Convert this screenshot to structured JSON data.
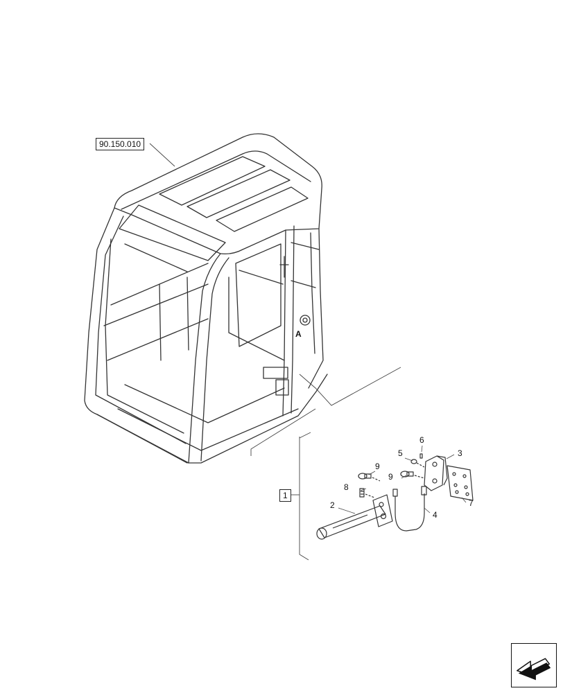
{
  "references": {
    "parent_ref": "90.150.010",
    "group_ref": "1",
    "detail_marker": "A"
  },
  "callouts": {
    "c2": "2",
    "c3": "3",
    "c4": "4",
    "c5": "5",
    "c6": "6",
    "c7": "7",
    "c8": "8",
    "c9a": "9",
    "c9b": "9"
  },
  "nav": {
    "icon": "back-arrow-icon"
  }
}
